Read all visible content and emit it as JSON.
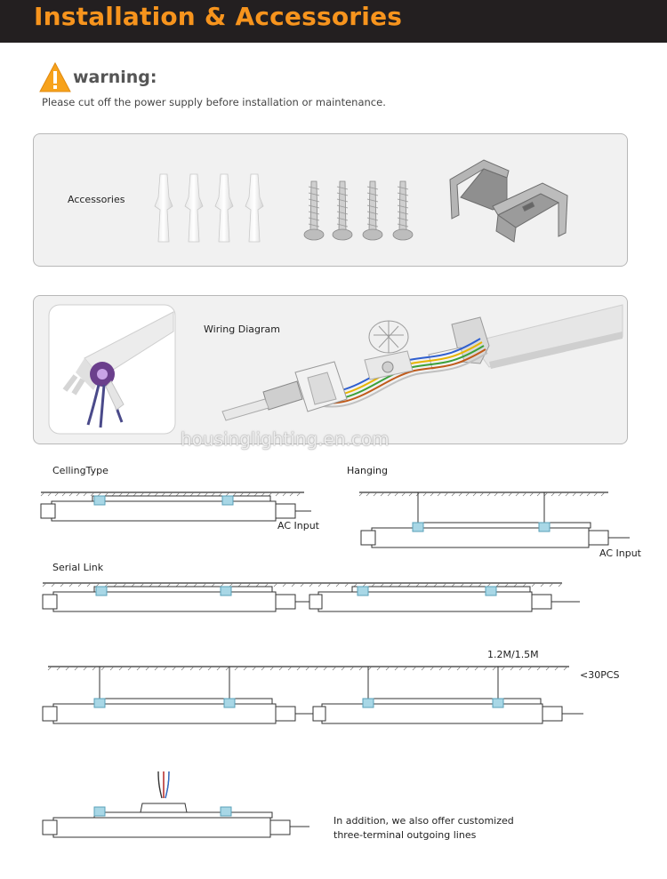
{
  "header": {
    "title": "Installation & Accessories",
    "accent": "#f7941d",
    "background": "#231f20"
  },
  "warning": {
    "title": "warning:",
    "icon": "warning-triangle-icon",
    "text": "Please cut off the power supply before installation or maintenance."
  },
  "accessories": {
    "label": "Accessories",
    "items": [
      "wall-plug-icon",
      "screw-icon",
      "mounting-clip-icon"
    ]
  },
  "wiring": {
    "label": "Wiring Diagram"
  },
  "watermark": "housinglighting.en.com",
  "diagrams": {
    "ceiling": {
      "label": "CellingType",
      "ac_label": "AC Input"
    },
    "hanging": {
      "label": "Hanging",
      "ac_label": "AC Input"
    },
    "serial": {
      "label": "Serial Link"
    },
    "suspended": {
      "length_label": "1.2M/1.5M",
      "count_label": "<30PCS"
    },
    "custom": {
      "note_line1": "In addition, we also offer customized",
      "note_line2": "three-terminal outgoing lines"
    }
  }
}
